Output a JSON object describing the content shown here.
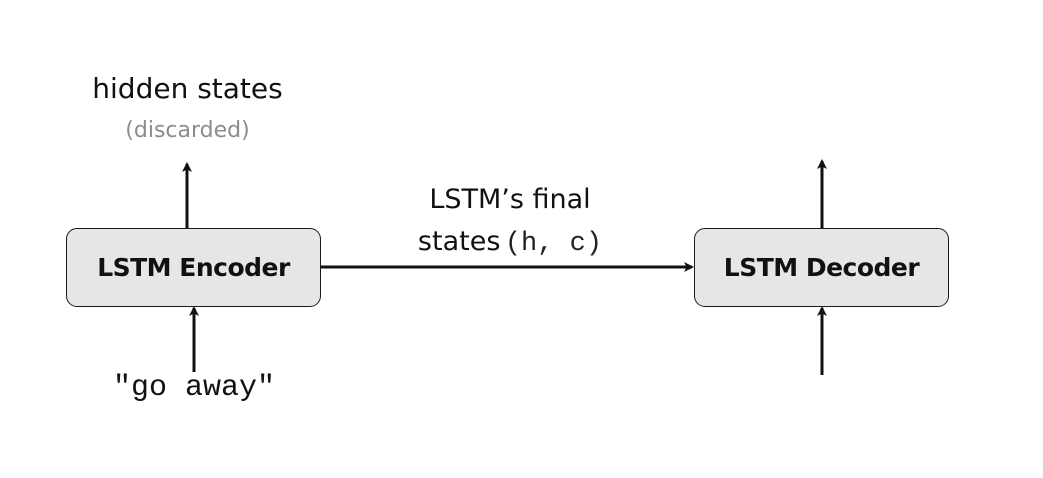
{
  "encoder": {
    "label": "LSTM Encoder",
    "outputs_label": "hidden states",
    "outputs_note": "(discarded)",
    "input_text": "\"go away\""
  },
  "decoder": {
    "label": "LSTM Decoder"
  },
  "transfer": {
    "line1": "LSTM’s final",
    "line2_text": "states",
    "line2_code": "(h, c)"
  },
  "colors": {
    "box_fill": "#e6e6e6",
    "stroke": "#111111",
    "muted_text": "#8c8c8c"
  }
}
